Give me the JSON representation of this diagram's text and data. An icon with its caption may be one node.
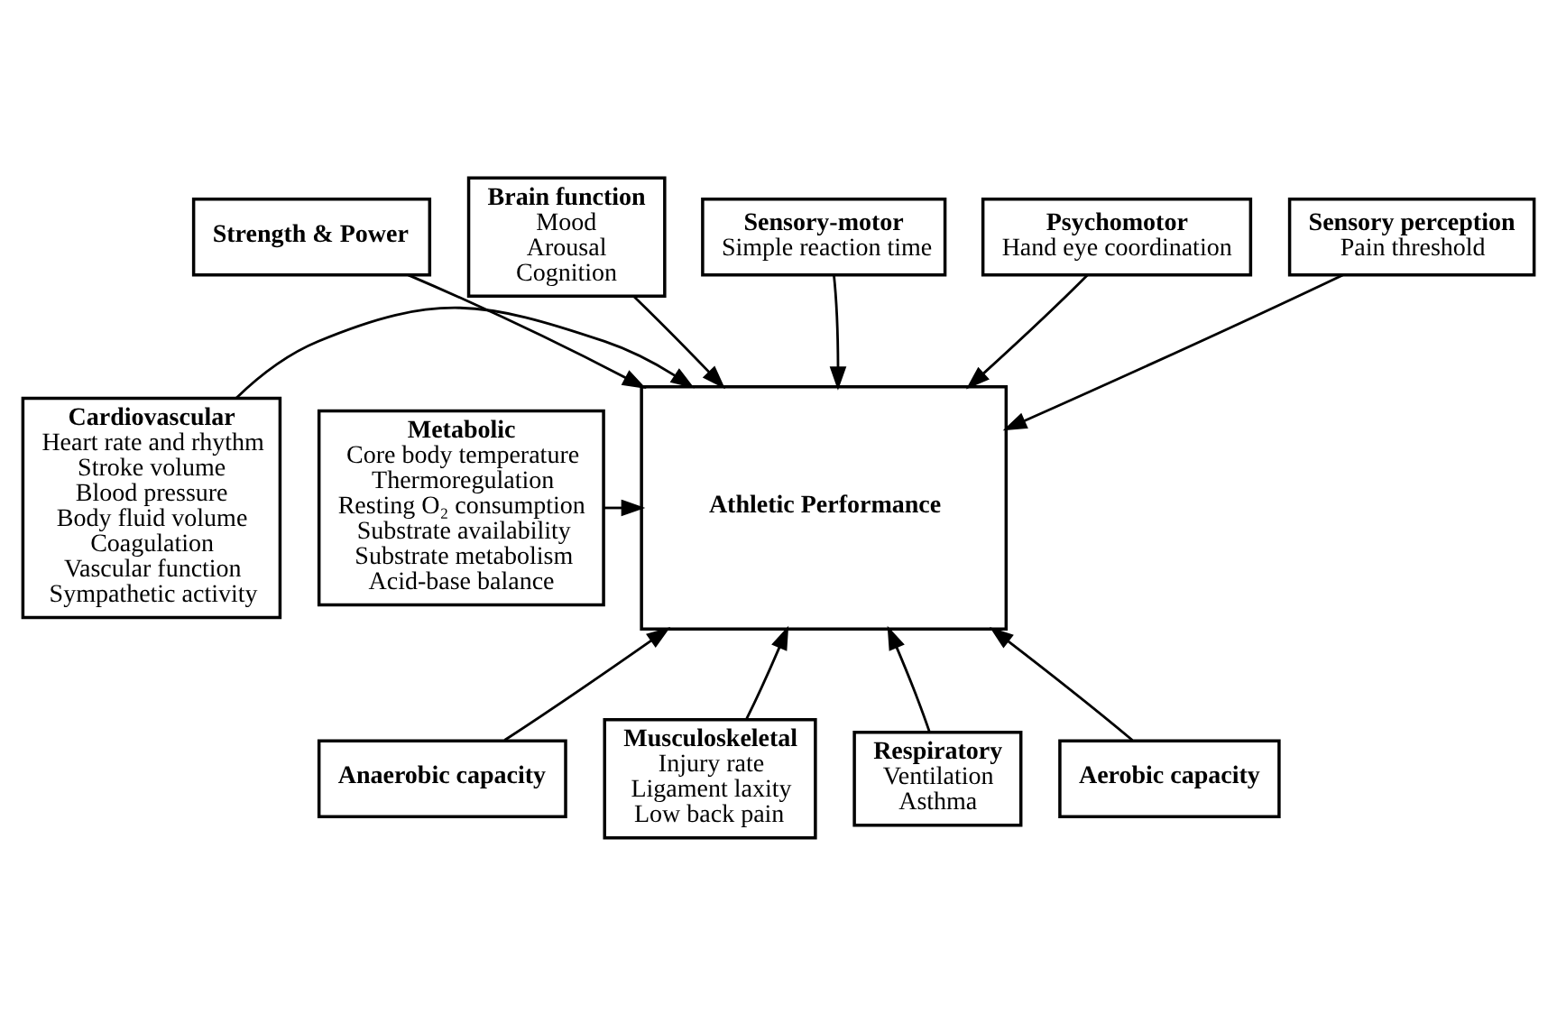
{
  "diagram": {
    "nodes": [
      {
        "text": [
          "Strength & Power"
        ]
      },
      {
        "text": [
          "Brain function",
          "Mood",
          "Arousal",
          "Cognition"
        ]
      },
      {
        "text": [
          "Sensory-motor",
          "Simple reaction time"
        ]
      },
      {
        "text": [
          "Psychomotor",
          "Hand eye coordination"
        ]
      },
      {
        "text": [
          "Sensory perception",
          "Pain threshold"
        ]
      },
      {
        "text": [
          "Cardiovascular",
          "Heart rate and rhythm",
          "Stroke volume",
          "Blood pressure",
          "Body fluid volume",
          "Coagulation",
          "Vascular function",
          "Sympathetic activity"
        ]
      },
      {
        "text": [
          "Athletic Performance"
        ]
      },
      {
        "text": [
          "Metabolic",
          "Core body temperature",
          "Thermoregulation",
          "Resting O₂ consumption",
          "Substrate availability",
          "Substrate metabolism",
          "Acid-base balance"
        ]
      },
      {
        "text": [
          "Anaerobic capacity"
        ]
      },
      {
        "text": [
          "Musculoskeletal",
          "Injury rate",
          "Ligament laxity",
          "Low back pain"
        ]
      },
      {
        "text": [
          "Respiratory",
          "Ventilation",
          "Asthma"
        ]
      },
      {
        "text": [
          "Aerobic capacity"
        ]
      }
    ],
    "edges": [
      {
        "from": 0,
        "to": 6,
        "arrow": "to"
      },
      {
        "from": 3,
        "to": 6,
        "arrow": "to"
      },
      {
        "from": 1,
        "to": 6,
        "arrow": "to"
      },
      {
        "from": 2,
        "to": 6,
        "arrow": "to"
      },
      {
        "from": 4,
        "to": 6,
        "arrow": "to"
      },
      {
        "from": 5,
        "to": 6,
        "arrow": "to"
      },
      {
        "from": 7,
        "to": 6,
        "arrow": "to"
      },
      {
        "from": 8,
        "to": 6,
        "arrow": "to"
      },
      {
        "from": 11,
        "to": 6,
        "arrow": "to"
      },
      {
        "from": 9,
        "to": 6,
        "arrow": "to"
      },
      {
        "from": 10,
        "to": 6,
        "arrow": "to"
      }
    ]
  }
}
